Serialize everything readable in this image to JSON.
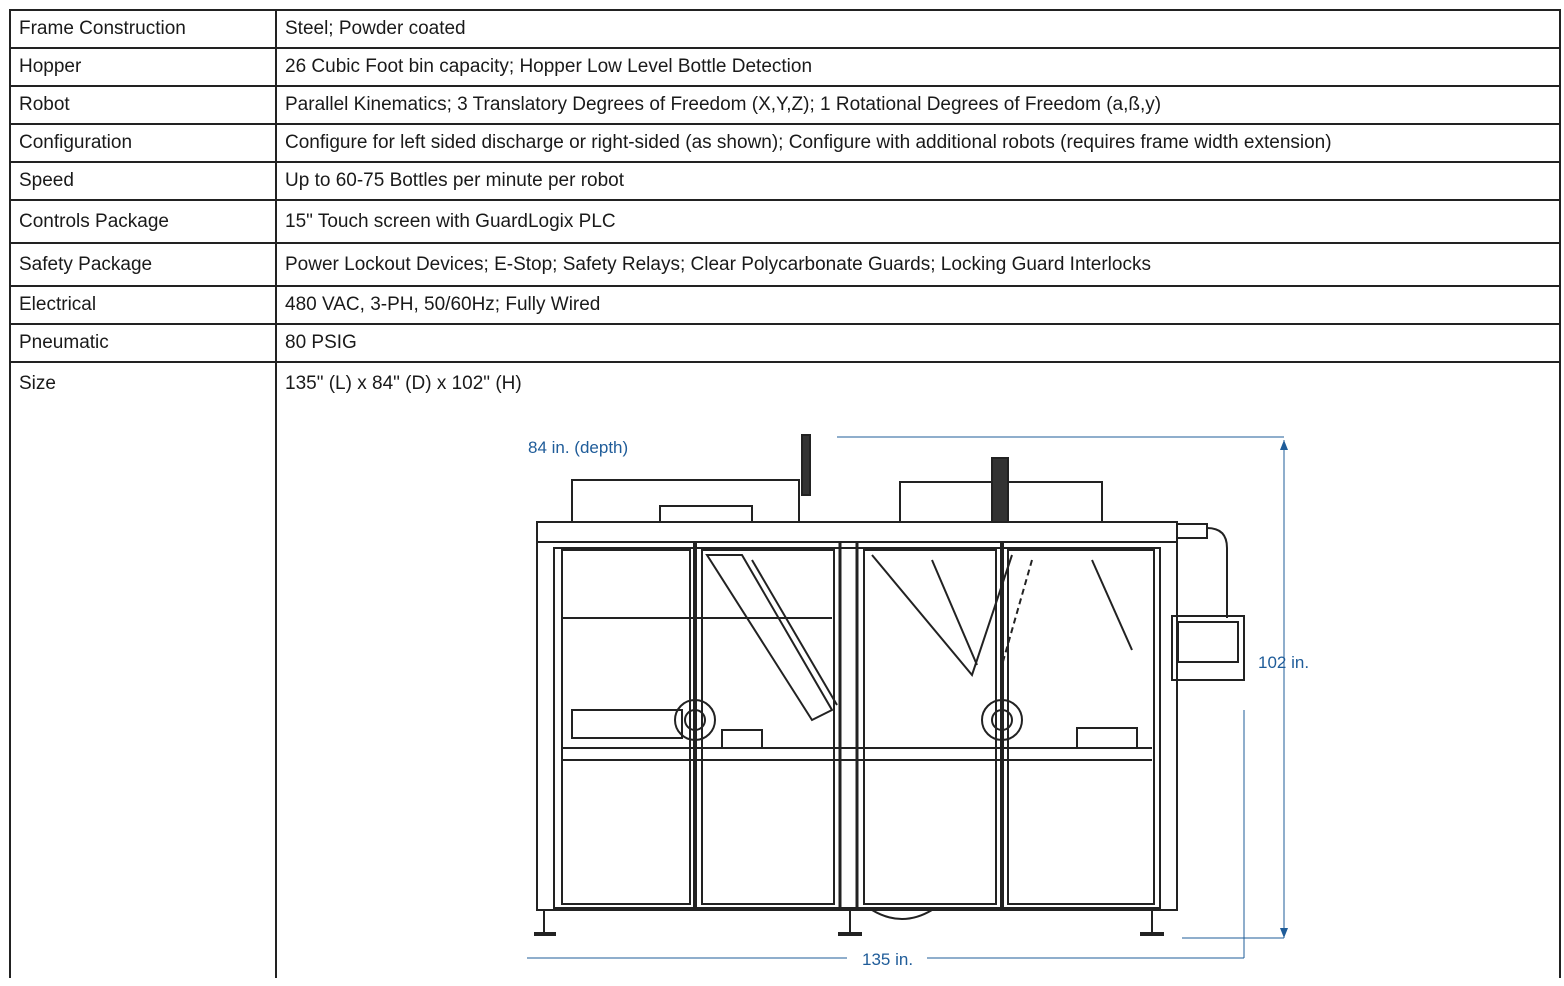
{
  "specs": [
    {
      "label": "Frame Construction",
      "value": "Steel; Powder coated"
    },
    {
      "label": "Hopper",
      "value": "26 Cubic Foot bin capacity; Hopper Low Level Bottle Detection"
    },
    {
      "label": "Robot",
      "value": "Parallel Kinematics; 3 Translatory Degrees of Freedom (X,Y,Z); 1 Rotational Degrees of Freedom (a,ß,y)"
    },
    {
      "label": "Configuration",
      "value": "Configure for left sided discharge or right-sided (as shown); Configure with additional robots (requires frame width extension)"
    },
    {
      "label": "Speed",
      "value": "Up to 60-75 Bottles per minute per robot"
    },
    {
      "label": "Controls Package",
      "value": "15\" Touch screen with GuardLogix PLC"
    },
    {
      "label": "Safety Package",
      "value": "Power Lockout Devices; E-Stop; Safety Relays; Clear Polycarbonate Guards; Locking Guard Interlocks"
    },
    {
      "label": "Electrical",
      "value": "480 VAC, 3-PH, 50/60Hz; Fully Wired"
    },
    {
      "label": "Pneumatic",
      "value": "80 PSIG"
    },
    {
      "label": "Size",
      "value": "135\" (L) x 84\" (D) x 102\" (H)"
    }
  ],
  "drawing": {
    "depth_label": "84 in. (depth)",
    "height_label": "102 in.",
    "width_label": "135 in.",
    "dimension_color": "#1f5c99"
  }
}
